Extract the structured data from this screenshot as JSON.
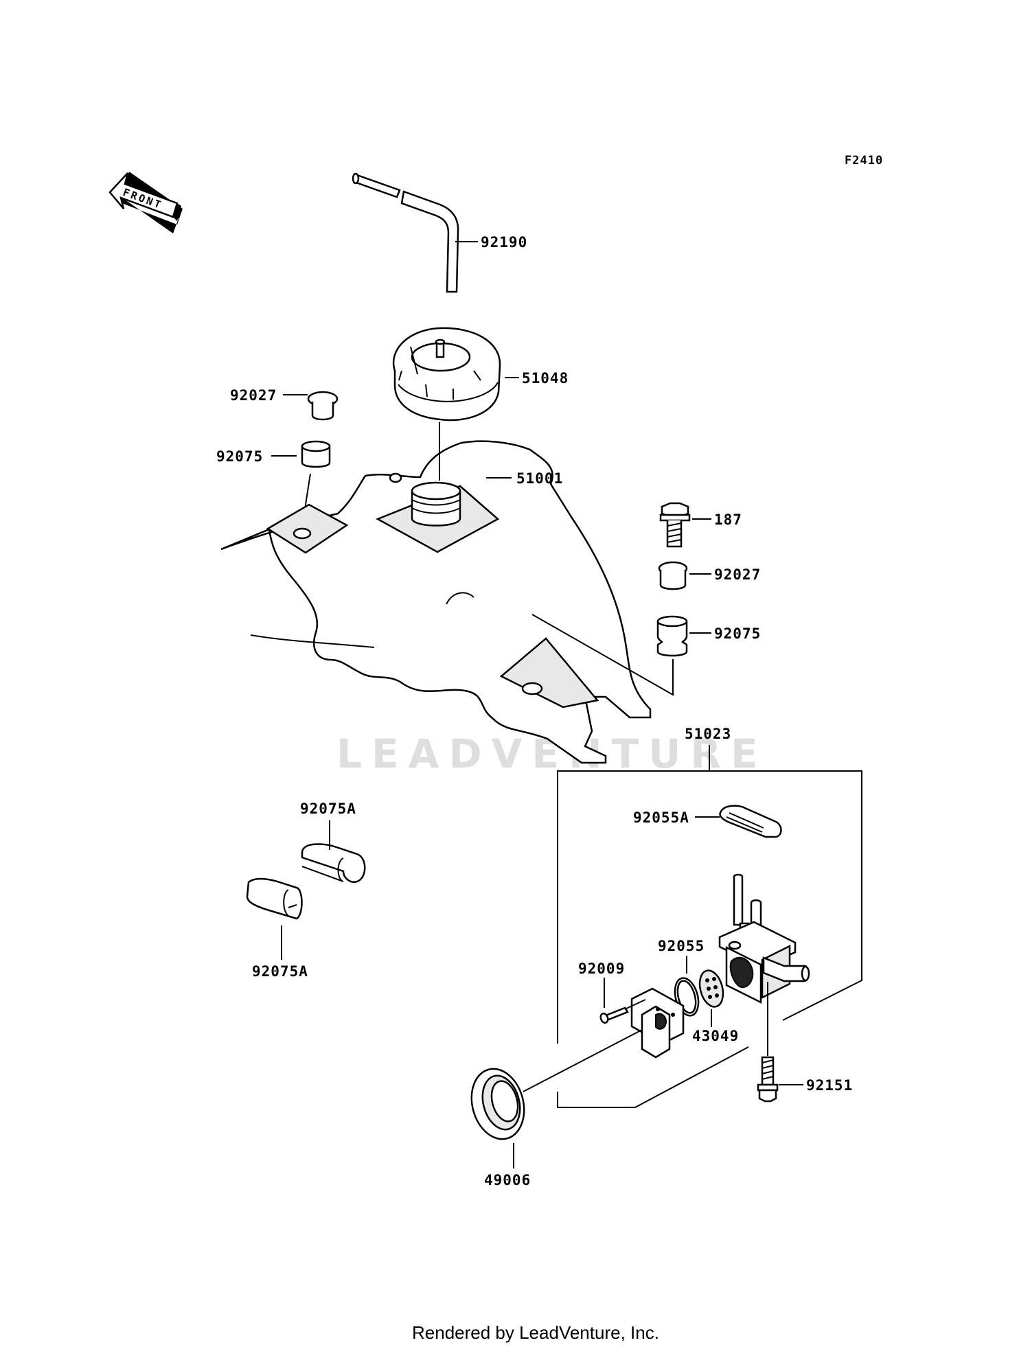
{
  "diagram": {
    "figure_code": "F2410",
    "front_label": "FRONT",
    "watermark": "LEADVENTURE",
    "footer": "Rendered by LeadVenture, Inc.",
    "labels": {
      "p92190": "92190",
      "p51048": "51048",
      "p92027_left": "92027",
      "p92075_left": "92075",
      "p51001": "51001",
      "p187": "187",
      "p92027_right": "92027",
      "p92075_right": "92075",
      "p51023": "51023",
      "p92075A_top": "92075A",
      "p92075A_bottom": "92075A",
      "p92055A": "92055A",
      "p92055": "92055",
      "p92009": "92009",
      "p43049": "43049",
      "p92151": "92151",
      "p49006": "49006"
    }
  }
}
